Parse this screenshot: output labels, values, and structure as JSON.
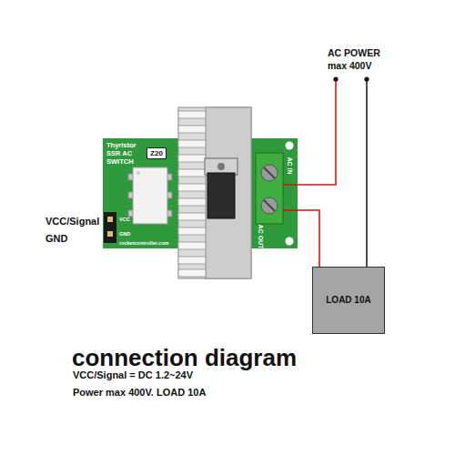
{
  "diagram": {
    "title": "connection diagram",
    "caption": "VCC/Signal = DC 1.2~24V Power max 400V. LOAD 10A",
    "nodes": [
      {
        "text": [
          "Thyristor SSR AC SWITCH",
          "AC IN",
          "AC OUT",
          "VCC",
          "GND",
          "rocketcontroller.com"
        ]
      },
      {
        "text": [
          "Z20"
        ],
        "in": 0
      },
      {
        "text": [
          "LOAD 10A"
        ]
      }
    ],
    "edges": [
      {
        "from": 0,
        "to": 2,
        "arrow": "none"
      }
    ],
    "labels": [
      "AC POWER max 400V",
      "VCC/Signal",
      "GND"
    ]
  }
}
